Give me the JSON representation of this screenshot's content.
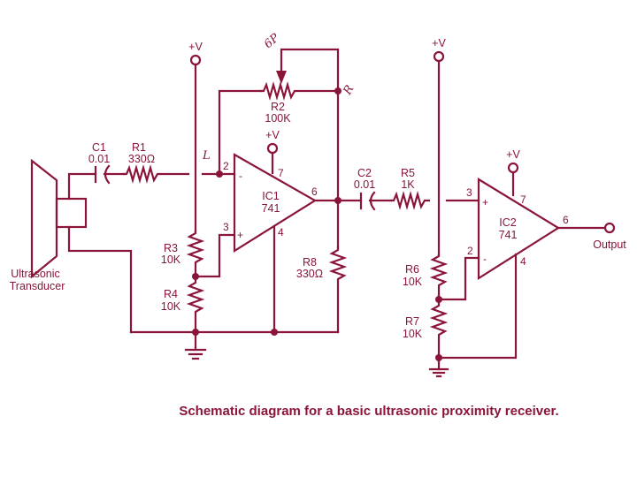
{
  "caption": "Schematic diagram for a basic ultrasonic proximity receiver.",
  "color": "#8a1538",
  "supply_label": "+V",
  "transducer": {
    "label_line1": "Ultrasonic",
    "label_line2": "Transducer"
  },
  "components": {
    "C1": {
      "name": "C1",
      "value": "0.01"
    },
    "R1": {
      "name": "R1",
      "value": "330Ω"
    },
    "R2": {
      "name": "R2",
      "value": "100K"
    },
    "R3": {
      "name": "R3",
      "value": "10K"
    },
    "R4": {
      "name": "R4",
      "value": "10K"
    },
    "R5": {
      "name": "R5",
      "value": "1K"
    },
    "R6": {
      "name": "R6",
      "value": "10K"
    },
    "R7": {
      "name": "R7",
      "value": "10K"
    },
    "R8": {
      "name": "R8",
      "value": "330Ω"
    },
    "C2": {
      "name": "C2",
      "value": "0.01"
    },
    "IC1": {
      "name": "IC1",
      "part": "741",
      "pins": {
        "inv": "2",
        "noninv": "3",
        "vplus": "7",
        "gnd": "4",
        "out": "6"
      }
    },
    "IC2": {
      "name": "IC2",
      "part": "741",
      "pins": {
        "inv": "2",
        "noninv": "3",
        "vplus": "7",
        "gnd": "4",
        "out": "6"
      }
    }
  },
  "signs": {
    "minus": "-",
    "plus": "+"
  },
  "output_label": "Output",
  "handwritten": {
    "wiper": "6P",
    "node_r": "R",
    "node_l": "L"
  }
}
